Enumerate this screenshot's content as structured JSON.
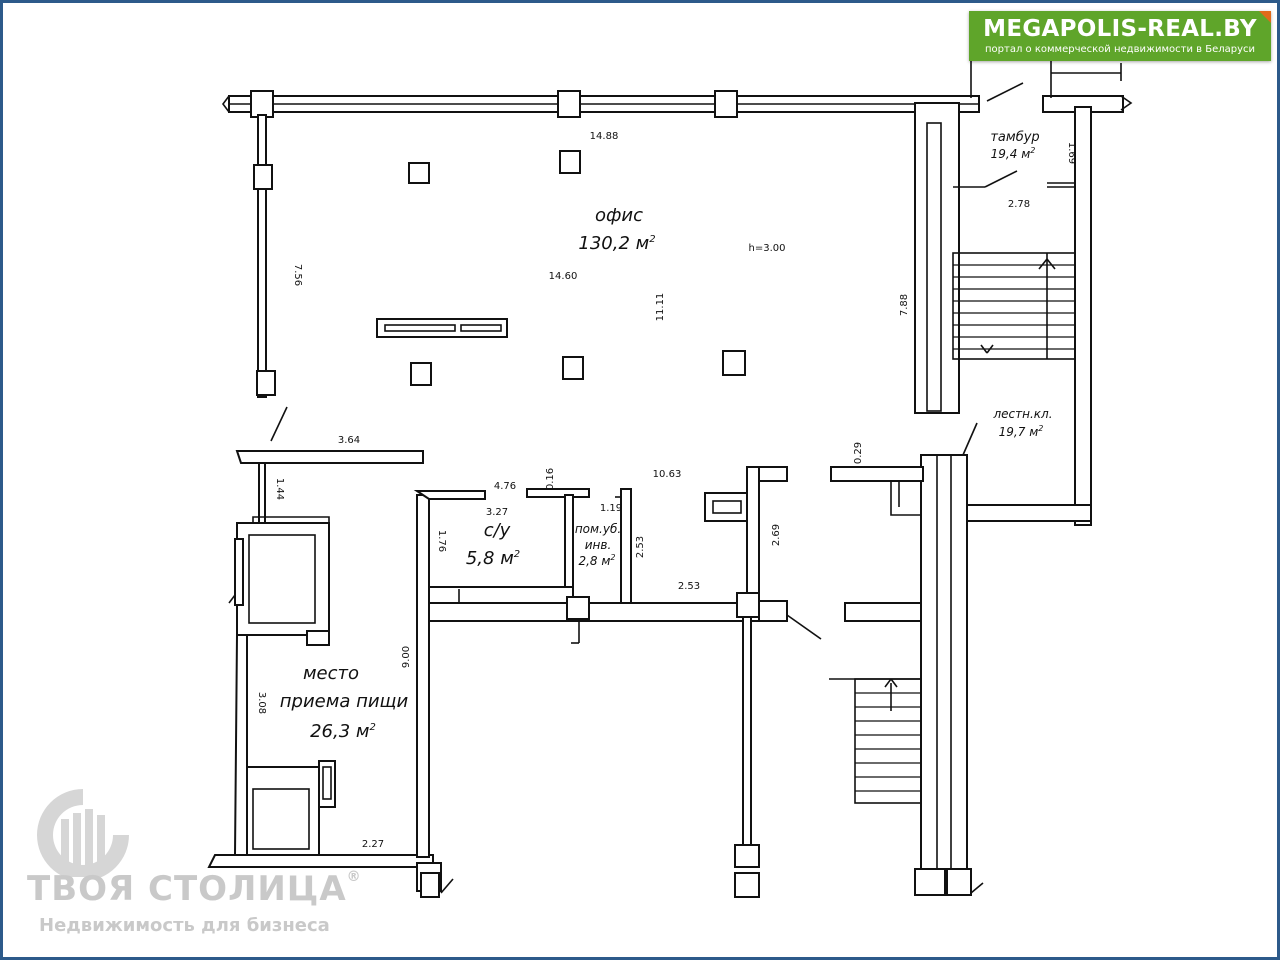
{
  "badge": {
    "title": "MEGAPOLIS-REAL.BY",
    "subtitle": "портал о коммерческой недвижимости в Беларуси"
  },
  "watermark": {
    "brand": "ТВОЯ СТОЛИЦА",
    "registered": "®",
    "tagline": "Недвижимость для бизнеса"
  },
  "rooms": {
    "office": {
      "name": "офис",
      "area": "130,2 м",
      "sup": "2"
    },
    "vestibule": {
      "name": "тамбур",
      "area": "19,4 м",
      "sup": "2"
    },
    "stairwell": {
      "name": "лестн.кл.",
      "area": "19,7 м",
      "sup": "2"
    },
    "wc": {
      "name": "с/у",
      "area": "5,8 м",
      "sup": "2"
    },
    "storage": {
      "line1": "пом.уб.",
      "line2": "инв.",
      "area": "2,8 м",
      "sup": "2"
    },
    "dining": {
      "line1": "место",
      "line2": "приема пищи",
      "area": "26,3 м",
      "sup": "2"
    }
  },
  "dimensions": {
    "top_wall": "14.88",
    "office_length": "14.60",
    "office_depth": "11.11",
    "height": "h=3.00",
    "left_wall": "7.56",
    "right_wall": "7.88",
    "vestibule_height": "1.69",
    "vestibule_width": "2.78",
    "partition": "3.64",
    "corridor_wall": "1.44",
    "wc_top": "4.76",
    "wc_width": "3.27",
    "pillar": "0.16",
    "wc_side": "1.76",
    "storage_width": "1.19",
    "storage_height": "2.53",
    "corridor_len": "10.63",
    "corridor_height": "2.69",
    "corridor_bottom": "2.53",
    "door_gap": "0.29",
    "dining_right": "9.00",
    "dining_left": "3.08",
    "dining_bottom": "2.27"
  },
  "colors": {
    "badge_green": "#5fa52a",
    "badge_corner": "#e06a1a",
    "frame_blue": "#2d5a8a",
    "watermark_gray": "#c9c9c9"
  }
}
